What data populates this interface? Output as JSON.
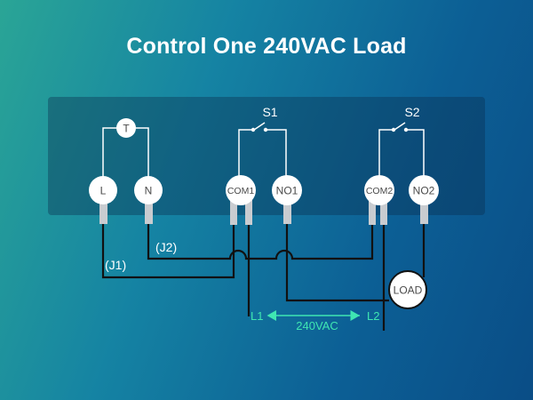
{
  "title": "Control One 240VAC Load",
  "terminals": {
    "T": "T",
    "L": "L",
    "N": "N",
    "COM1": "COM1",
    "NO1": "NO1",
    "COM2": "COM2",
    "NO2": "NO2",
    "LOAD": "LOAD"
  },
  "switches": {
    "S1": "S1",
    "S2": "S2"
  },
  "wire_labels": {
    "J1": "(J1)",
    "J2": "(J2)"
  },
  "supply": {
    "L1": "L1",
    "L2": "L2",
    "voltage": "240VAC"
  },
  "colors": {
    "wire": "#111111",
    "panel": "rgba(10,45,75,0.38)",
    "terminal_fill": "#ffffff",
    "terminal_post": "#c9ccd0",
    "supply_arrow": "#3fe6b2"
  }
}
